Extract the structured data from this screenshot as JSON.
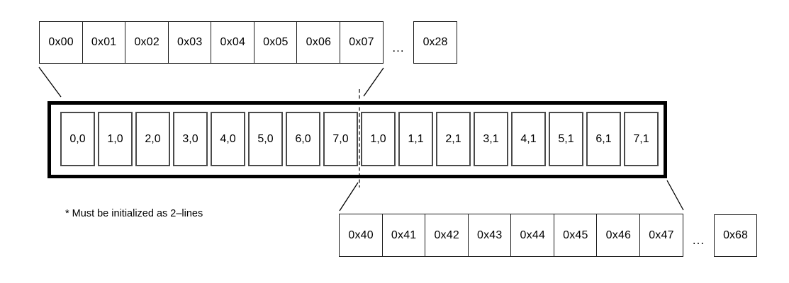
{
  "top_row": {
    "cells": [
      "0x00",
      "0x01",
      "0x02",
      "0x03",
      "0x04",
      "0x05",
      "0x06",
      "0x07"
    ],
    "ellipsis": "...",
    "tail_cell": "0x28"
  },
  "line_buffer": {
    "cells": [
      "0,0",
      "1,0",
      "2,0",
      "3,0",
      "4,0",
      "5,0",
      "6,0",
      "7,0",
      "1,0",
      "1,1",
      "2,1",
      "3,1",
      "4,1",
      "5,1",
      "6,1",
      "7,1"
    ]
  },
  "bottom_row": {
    "cells": [
      "0x40",
      "0x41",
      "0x42",
      "0x43",
      "0x44",
      "0x45",
      "0x46",
      "0x47"
    ],
    "ellipsis": "...",
    "tail_cell": "0x68"
  },
  "note": "* Must be initialized as 2–lines",
  "colors": {
    "background": "#ffffff",
    "buffer_border": "#000000",
    "cell_border": "#1a1a1a",
    "buffer_cell_border": "#4a4a4a",
    "text": "#000000"
  }
}
